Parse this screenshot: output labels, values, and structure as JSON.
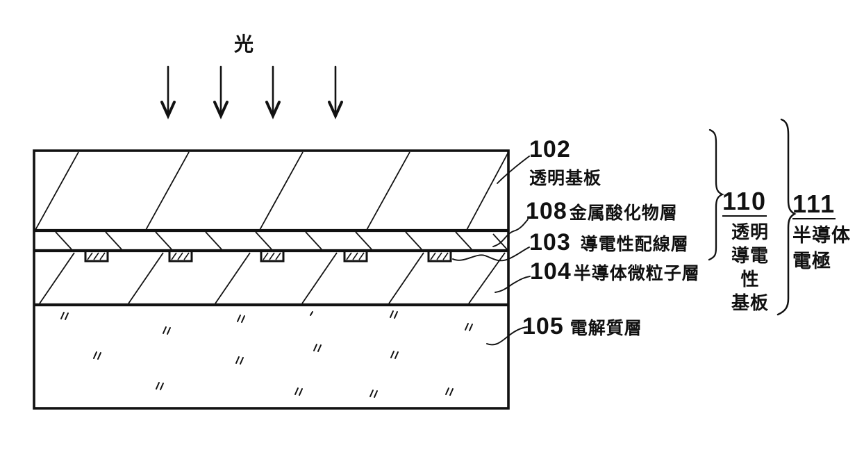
{
  "colors": {
    "ink": "#111111",
    "background": "#ffffff"
  },
  "figure": {
    "light_label": "光",
    "callouts": [
      {
        "number": "102",
        "name": "透明基板"
      },
      {
        "number": "108",
        "name": "金属酸化物層"
      },
      {
        "number": "103",
        "name": "導電性配線層"
      },
      {
        "number": "104",
        "name": "半導体微粒子層"
      },
      {
        "number": "105",
        "name": "電解質層"
      }
    ],
    "groups": [
      {
        "number": "110",
        "lines": [
          "透明",
          "導電性",
          "基板"
        ]
      },
      {
        "number": "111",
        "lines": [
          "半導体",
          "電極"
        ]
      }
    ]
  }
}
